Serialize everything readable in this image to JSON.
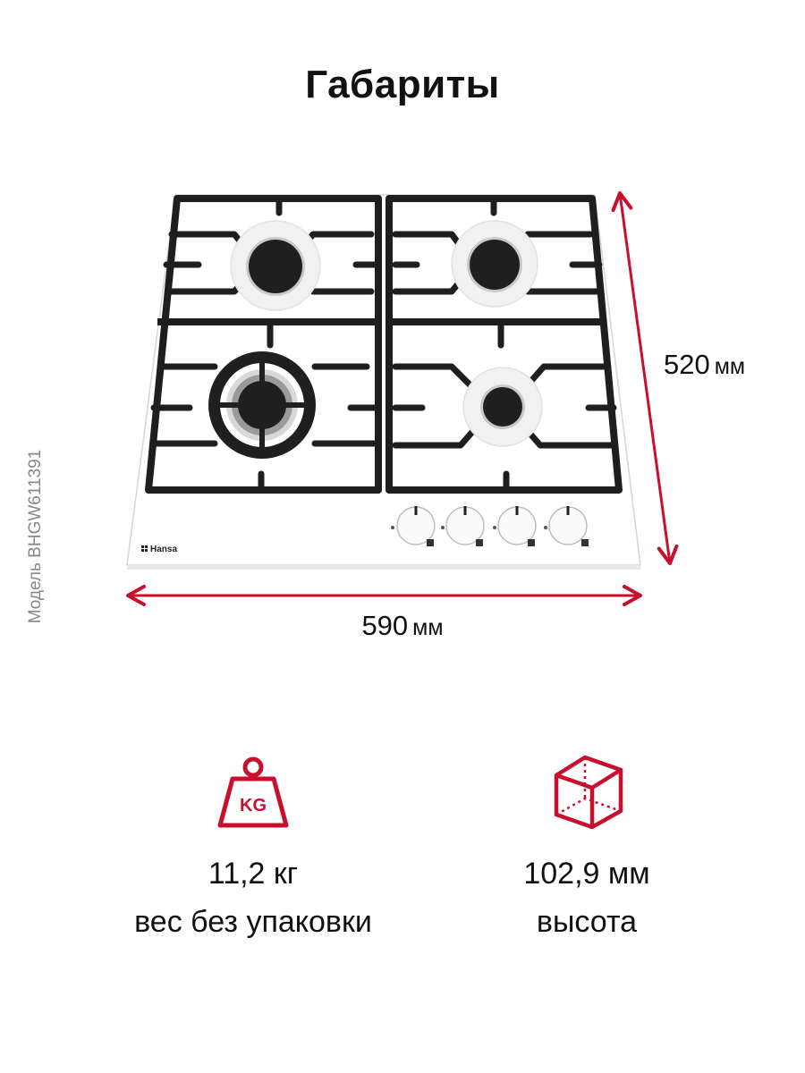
{
  "title": "Габариты",
  "model_label": "Модель BHGW611391",
  "brand": "Hansa",
  "dimensions": {
    "depth_value": "520",
    "depth_unit": "мм",
    "width_value": "590",
    "width_unit": "мм"
  },
  "specs": {
    "weight": {
      "value": "11,2 кг",
      "label": "вес без упаковки",
      "icon": "weight-kg-icon",
      "icon_text": "KG"
    },
    "height": {
      "value": "102,9 мм",
      "label": "высота",
      "icon": "box-3d-icon"
    }
  },
  "colors": {
    "accent": "#c8102e",
    "grate": "#1e1e1e",
    "hob_surface": "#ffffff",
    "text": "#111111",
    "muted": "#888888"
  },
  "hob": {
    "burners": 4,
    "knobs": 4
  }
}
